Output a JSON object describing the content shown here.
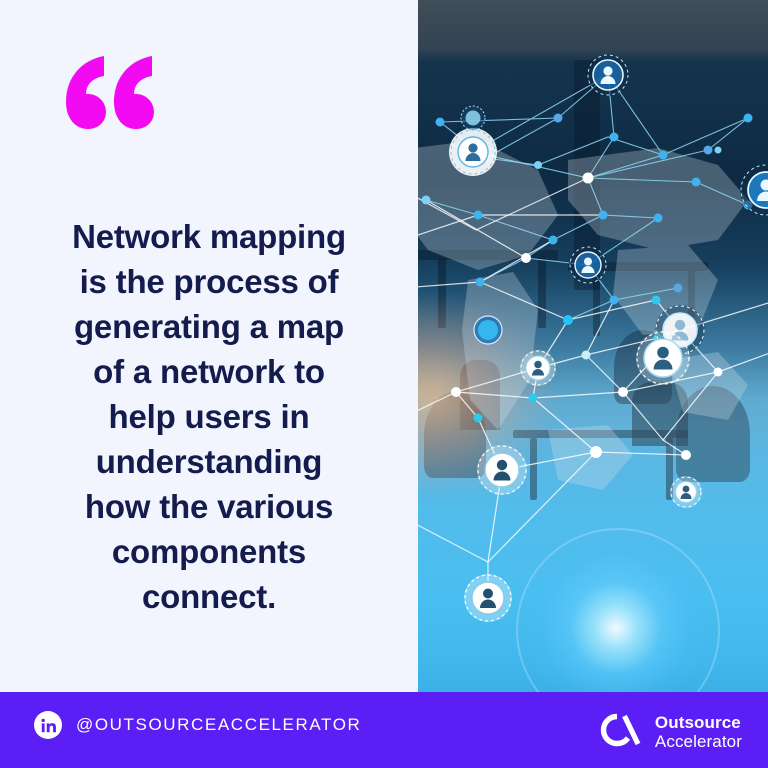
{
  "card": {
    "background_color": "#F2F5FD",
    "quote_mark_color": "#F20BF2",
    "quote_mark_glyph": "66",
    "text_color": "#141B4D"
  },
  "quote": {
    "text": "Network mapping\nis the process of\ngenerating a map\nof a network to\nhelp users in\nunderstanding\nhow the various\ncomponents\nconnect.",
    "lines": [
      "Network mapping",
      "is the process of",
      "generating a map",
      "of a network to",
      "help users in",
      "understanding",
      "how the various",
      "components",
      "connect."
    ]
  },
  "image": {
    "alt": "network-map-over-office-photo",
    "description": "Glowing blue network graph of nodes, links and person avatar badges overlaid on a world map and a blurred open-plan office interior",
    "node_accent_color": "#36B6F0",
    "link_color": "#FFFFFF",
    "glow_color": "#7FDBFF"
  },
  "footer": {
    "background_color": "#5B1EF5",
    "social_icon": "linkedin-icon",
    "handle": "@OUTSOURCEACCELERATOR",
    "brand": {
      "logo_icon": "outsource-accelerator-logo",
      "line1": "Outsource",
      "line2": "Accelerator"
    }
  }
}
